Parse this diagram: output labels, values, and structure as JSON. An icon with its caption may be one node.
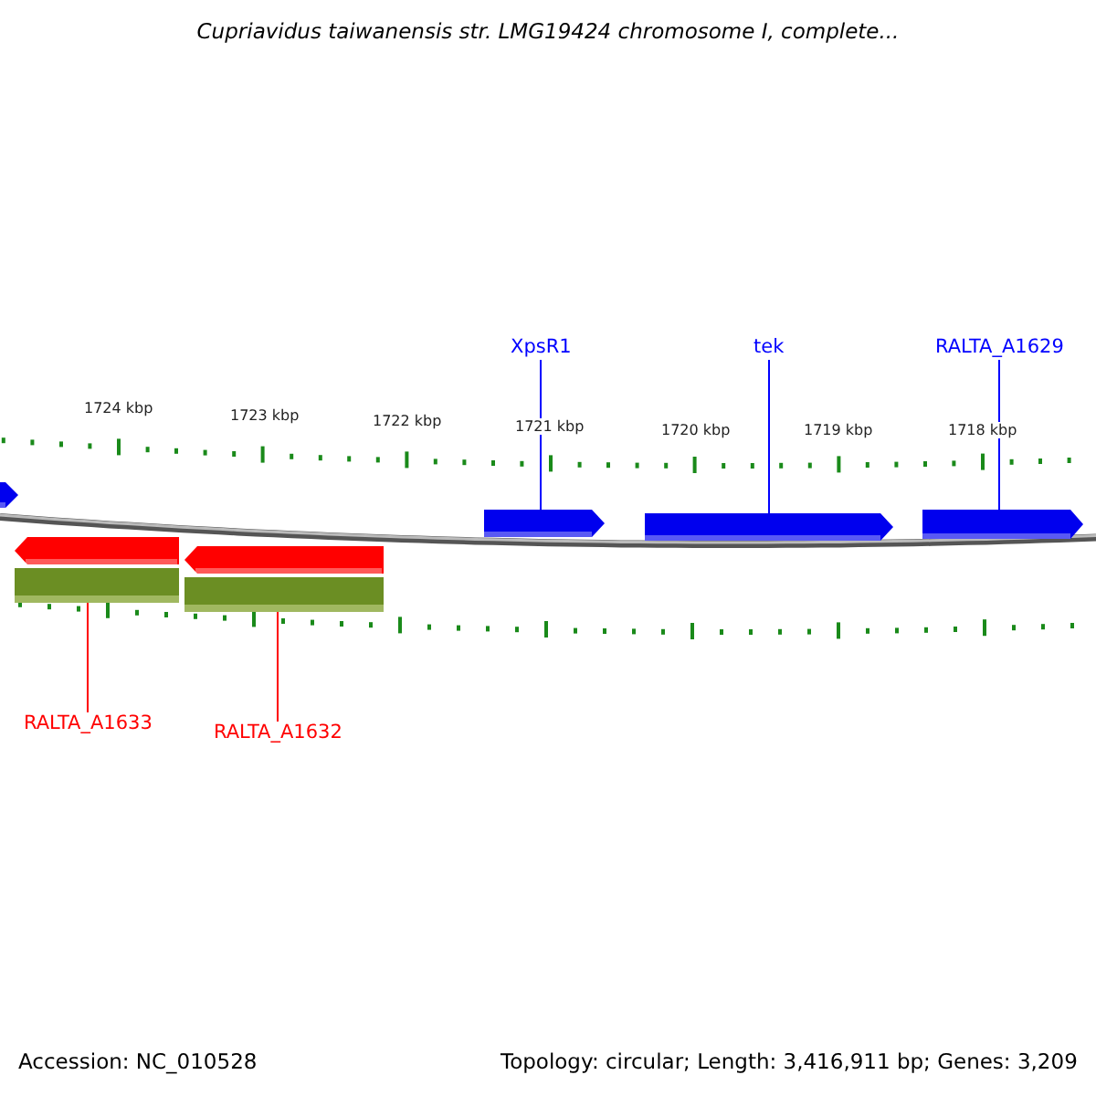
{
  "diagram": {
    "title": "Cupriavidus taiwanensis str. LMG19424 chromosome I, complete...",
    "nodes": [
      {
        "text": [
          "XpsR1"
        ]
      },
      {
        "text": [
          "tek"
        ]
      },
      {
        "text": [
          "RALTA_A1629"
        ]
      },
      {
        "text": [
          "RALTA_A1633"
        ]
      },
      {
        "text": [
          "RALTA_A1632"
        ]
      },
      {
        "text": [],
        "shape": "arrow"
      },
      {
        "text": [],
        "shape": "arrow"
      },
      {
        "text": [],
        "shape": "arrow"
      },
      {
        "text": [],
        "shape": "arrow"
      },
      {
        "text": [],
        "shape": "arrow"
      },
      {
        "text": [],
        "shape": "arrow"
      }
    ],
    "edges": [
      {
        "from": 0,
        "to": 8,
        "arrow": "none"
      },
      {
        "from": 1,
        "to": 9,
        "arrow": "none"
      },
      {
        "from": 2,
        "to": 10,
        "arrow": "none"
      },
      {
        "from": 3,
        "to": 6,
        "arrow": "none",
        "color": "#ff0000"
      },
      {
        "from": 4,
        "to": 7,
        "arrow": "none",
        "color": "#ff0000"
      }
    ],
    "labels": [
      "1724 kbp",
      "1723 kbp",
      "1722 kbp",
      "1721 kbp",
      "1720 kbp",
      "1719 kbp",
      "1718 kbp",
      "Accession: NC_010528",
      "Topology: circular; Length: 3,416,911 bp; Genes: 3,209"
    ]
  }
}
